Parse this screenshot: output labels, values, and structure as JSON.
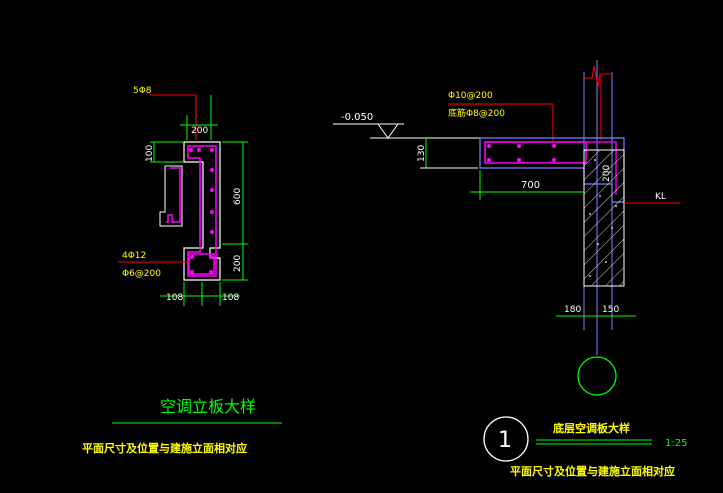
{
  "left_detail": {
    "rebar_top_label": "5Φ8",
    "dim_width_top": "200",
    "dim_100": "100",
    "dim_600": "600",
    "dim_200_bottom": "200",
    "dim_108_left": "108",
    "dim_108_right": "108",
    "rebar_main_label": "4Φ12",
    "rebar_stirrup_label": "Φ6@200",
    "title": "空调立板大样",
    "note": "平面尺寸及位置与建施立面相对应"
  },
  "right_detail": {
    "elevation_label": "-0.050",
    "rebar_label_1": "Φ10@200",
    "rebar_label_2": "底筋Φ8@200",
    "dim_130": "130",
    "dim_700": "700",
    "dim_200_wall": "200",
    "beam_label": "KL",
    "dim_180": "180",
    "dim_150": "150",
    "callout_number": "1",
    "title": "底层空调板大样",
    "scale": "1:25",
    "note": "平面尺寸及位置与建施立面相对应"
  },
  "colors": {
    "background": "#000000",
    "concrete_outline": "#ffffff",
    "rebar": "#ff00ff",
    "dimension": "#00ff00",
    "leader": "#ff0000",
    "text_yellow": "#ffff00",
    "text_green": "#00ff00",
    "grid_line": "#8080ff"
  }
}
